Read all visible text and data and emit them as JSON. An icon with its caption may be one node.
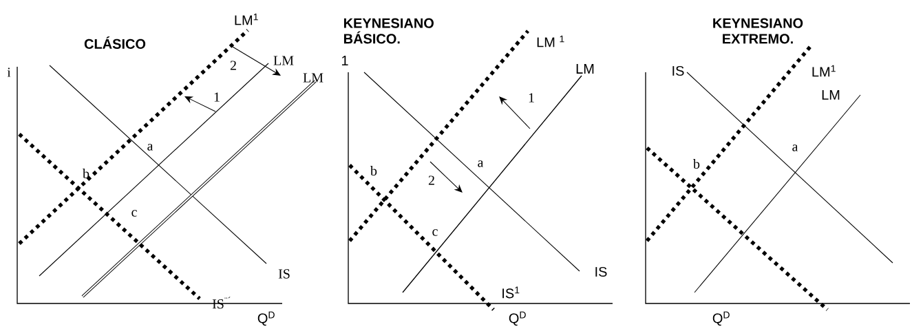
{
  "diagram": {
    "labels": [
      "CLÁSICO",
      "LM$^{1}$",
      "LM",
      "LM",
      "i",
      "2",
      "1",
      "a",
      "b",
      "c",
      "IS",
      "IS$^{¨´}$",
      "Q$^{D}$",
      "KEYNESIANO BÁSICO.",
      "1",
      "LM $^{1}$",
      "LM",
      "1",
      "2",
      "a",
      "b",
      "c",
      "IS",
      "IS$^{1}$",
      "Q$^{D}$",
      "KEYNESIANO EXTREMO.",
      "IS",
      "LM$^{1}$",
      "LM",
      "a",
      "b",
      "Q$^{D}$"
    ]
  }
}
